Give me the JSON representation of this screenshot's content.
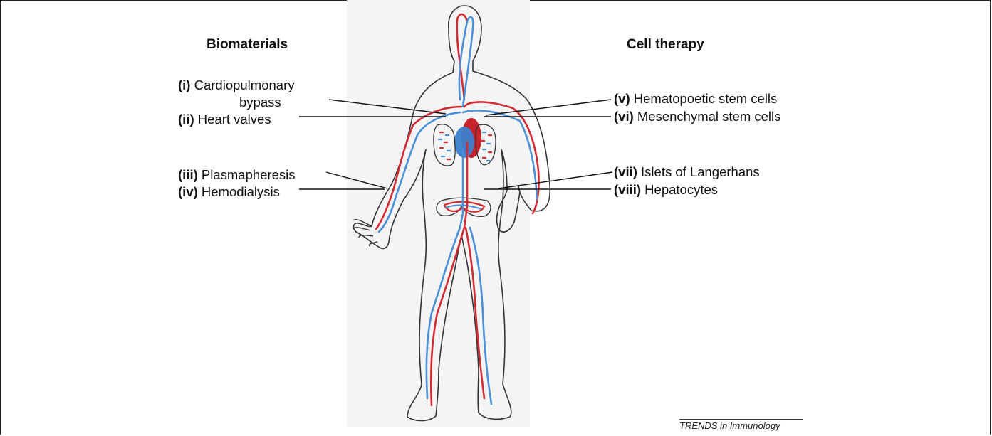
{
  "headings": {
    "left": "Biomaterials",
    "right": "Cell therapy"
  },
  "labels": {
    "i": {
      "numeral": "(i)",
      "text": "Cardiopulmonary",
      "text2": "bypass"
    },
    "ii": {
      "numeral": "(ii)",
      "text": "Heart valves"
    },
    "iii": {
      "numeral": "(iii)",
      "text": "Plasmapheresis"
    },
    "iv": {
      "numeral": "(iv)",
      "text": "Hemodialysis"
    },
    "v": {
      "numeral": "(v)",
      "text": "Hematopoetic stem cells"
    },
    "vi": {
      "numeral": "(vi)",
      "text": "Mesenchymal stem cells"
    },
    "vii": {
      "numeral": "(vii)",
      "text": "Islets of Langerhans"
    },
    "viii": {
      "numeral": "(viii)",
      "text": "Hepatocytes"
    }
  },
  "colors": {
    "artery": "#d42a32",
    "vein": "#4a90d9",
    "outline": "#333333",
    "heart_left": "#c8232c",
    "heart_right": "#3b7fcf"
  },
  "footer": "TRENDS in Immunology"
}
